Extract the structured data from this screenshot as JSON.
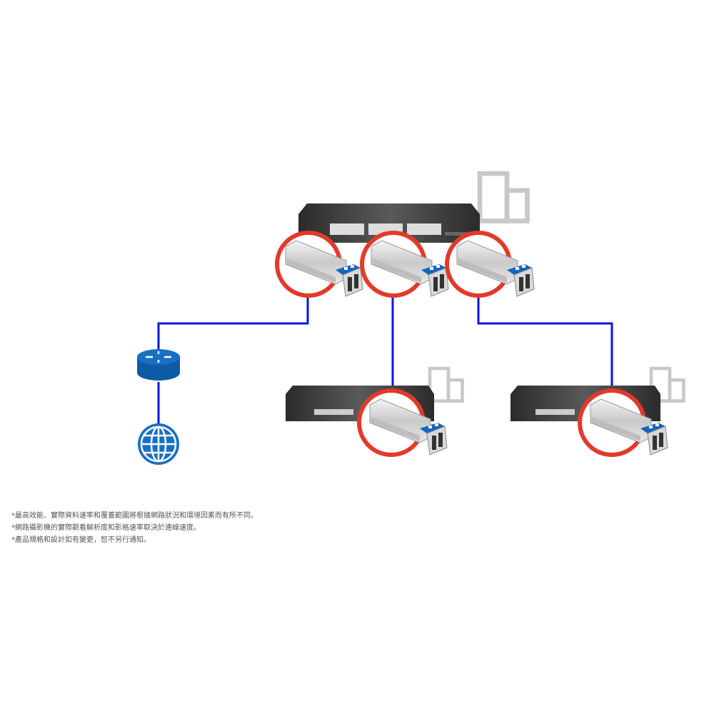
{
  "colors": {
    "link": "#0a16e0",
    "highlight": "#e23a2a",
    "device": "#3a3a3a",
    "building": "#c8c8c8",
    "icon": "#1a6fc4"
  },
  "icons": [
    "building-icon",
    "switch-icon",
    "sfp-module-icon",
    "router-icon",
    "globe-icon"
  ],
  "notes": [
    "*最高效能、實際資料速率和覆蓋範圍將根據網路狀況和環境因素而有所不同。",
    "*網路攝影機的實際觀看解析度和影格速率取決於連線速度。",
    "*產品規格和設計如有變更，恕不另行通知。"
  ]
}
